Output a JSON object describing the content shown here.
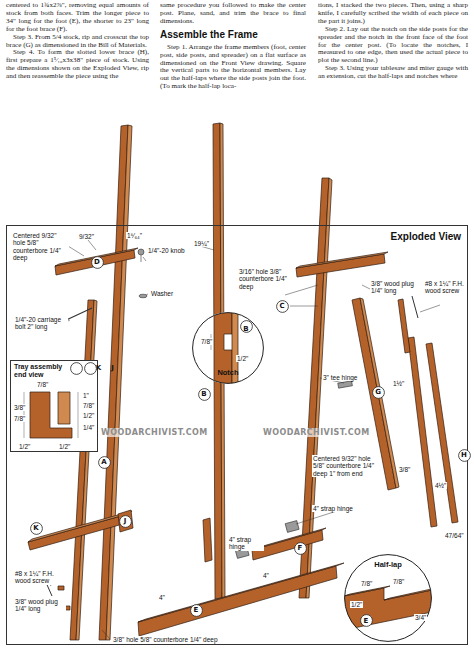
{
  "diagram": {
    "nodes": [
      {
        "text": [
          "Exploded View"
        ]
      },
      {
        "text": [
          "Tray assembly end view"
        ],
        "in": 0
      },
      {
        "text": [
          "Notch"
        ],
        "in": 0
      },
      {
        "text": [
          "Half-lap"
        ],
        "in": 0
      },
      {
        "text": [
          "D"
        ],
        "in": 0
      },
      {
        "text": [
          "C"
        ],
        "in": 0
      },
      {
        "text": [
          "G"
        ],
        "in": 0
      },
      {
        "text": [
          "B"
        ],
        "in": 0
      },
      {
        "text": [
          "H"
        ],
        "in": 0
      },
      {
        "text": [
          "A"
        ],
        "in": 0
      },
      {
        "text": [
          "J"
        ],
        "in": 0
      },
      {
        "text": [
          "K"
        ],
        "in": 0
      },
      {
        "text": [
          "F"
        ],
        "in": 0
      },
      {
        "text": [
          "E"
        ],
        "in": 0
      },
      {
        "text": [
          "K"
        ],
        "in": 1
      },
      {
        "text": [
          "J"
        ],
        "in": 1
      },
      {
        "text": [
          "B"
        ],
        "in": 2
      },
      {
        "text": [
          "E"
        ],
        "in": 3
      }
    ],
    "edges": [],
    "labels": [
      "centered to 1¾x2⅞\", removing equal amounts of stock from both faces. Trim the longer piece to 34\" long for the foot (E), the shorter to 23\" long for the foot brace (F).",
      "Step 3. From 5/4 stock, rip and crosscut the top brace (G) as dimensioned in the Bill of Materials.",
      "Step 4. To form the slotted lower brace (H), first prepare a 1⁵⁄₁₆x3x38\" piece of stock. Using the dimensions shown on the Exploded View, rip and then reassemble the piece using the",
      "same procedure you followed to make the center post. Plane, sand, and trim the brace to final dimensions.",
      "Assemble the Frame",
      "Step 1. Arrange the frame members (foot, center post, side posts, and spreader) on a flat surface as dimensioned on the Front View drawing. Square the vertical parts to the horizontal members. Lay out the half-laps where the side posts join the foot. (To mark the half-lap loca-",
      "tions, I stacked the two pieces. Then, using a sharp knife, I carefully scribed the width of each piece on the part it joins.)",
      "Step 2. Lay out the notch on the side posts for the spreader and the notch in the front face of the foot for the center post. (To locate the notches, I measured to one edge, then used the actual piece to plot the second line.)",
      "Step 3. Using your tablesaw and miter gauge with an extension, cut the half-laps and notches where",
      "Centered 9/32\" hole 5/8\" counterbore 1/4\" deep",
      "9/32\"",
      "1⁵⁄₆₄\"",
      "1/4\"-20 knob",
      "Washer",
      "19¼\"",
      "3/16\" hole 3/8\" counterbore 1/4\" deep",
      "1/4\"-20 carriage bolt 2\" long",
      "7/8\"",
      "1/2\"",
      "3/8\" wood plug 1/4\" long",
      "#8 x 1¼\" F.H. wood screw",
      "3\" tee hinge",
      "1½\"",
      "Centered 9/32\" hole 5/8\" counterbore 1/4\" deep 1\" from end",
      "4½\"",
      "3/8\"",
      "47/64\"",
      "4\" strap hinge",
      "4\" strap hinge",
      "4\"",
      "4\"",
      "7/8\"",
      "7/8\"",
      "1/2\"",
      "3/4\"",
      "#8 x 1¼\" F.H. wood screw",
      "3/8\" wood plug 1/4\" long",
      "3/8\" hole 5/8\" counterbore 1/4\" deep",
      "3/8\"",
      "1\"",
      "7/8\"",
      "1/2\"",
      "7/8\"",
      "7/8\"",
      "1/4\"",
      "1/2\"",
      "1/2\"",
      "WOODARCHIVIST.COM",
      "WOODARCHIVIST.COM"
    ]
  }
}
